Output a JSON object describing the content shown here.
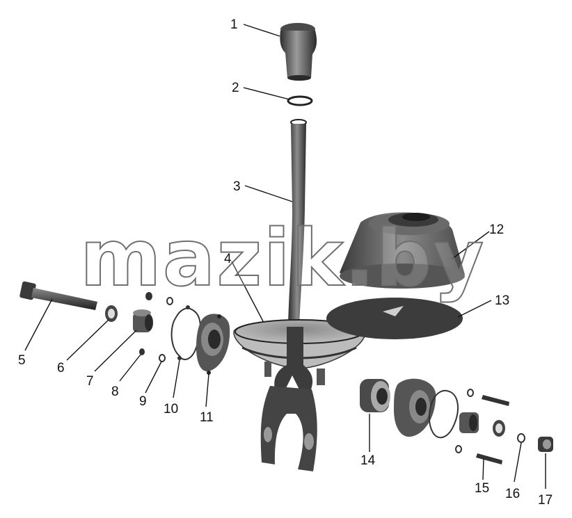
{
  "watermark": "mazik.by",
  "labels": [
    "1",
    "2",
    "3",
    "4",
    "5",
    "6",
    "7",
    "8",
    "9",
    "10",
    "11",
    "12",
    "13",
    "14",
    "15",
    "16",
    "17"
  ],
  "colors": {
    "ink": "#111111",
    "part_dark": "#3a3a3a",
    "part_mid": "#777777",
    "part_light": "#b9b9b9"
  }
}
